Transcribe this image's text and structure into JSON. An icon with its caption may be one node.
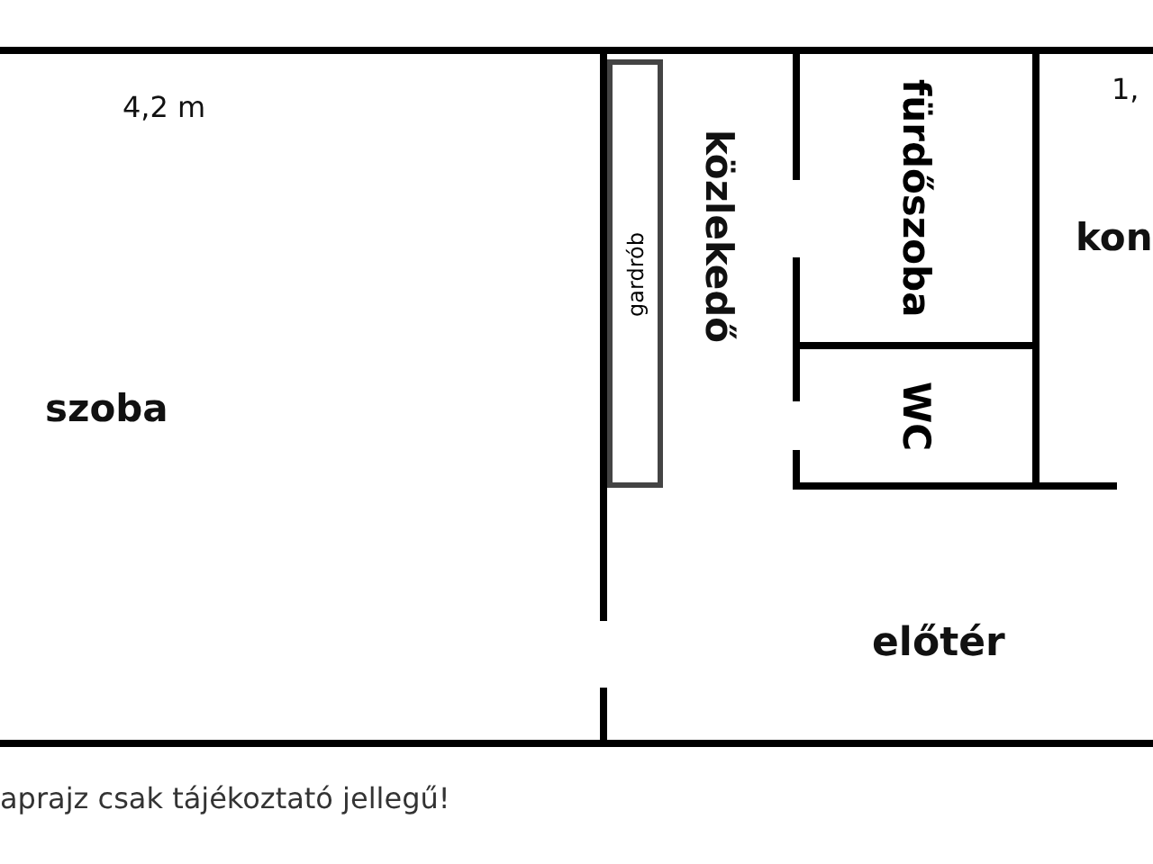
{
  "diagram": {
    "nodes": [
      {
        "text": [
          "gardrób"
        ]
      },
      {
        "text": [
          "fürdőszoba"
        ]
      },
      {
        "text": [
          "WC"
        ]
      }
    ],
    "labels": [
      "4,2 m",
      "1,",
      "kon",
      "szoba",
      "közlekedő",
      "előtér",
      "aprajz csak tájékoztató jellegű!"
    ]
  }
}
